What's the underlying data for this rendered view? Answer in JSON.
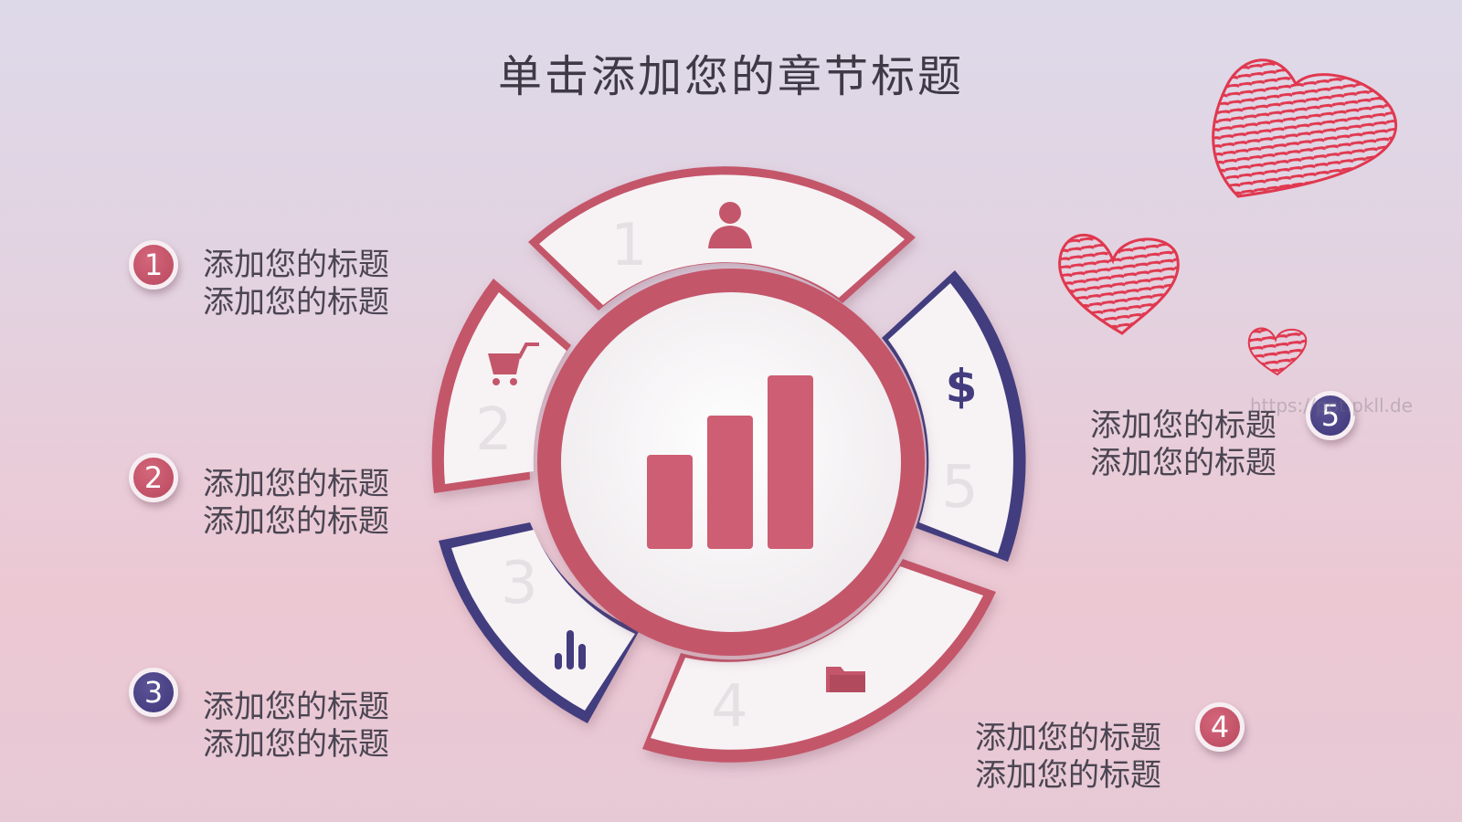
{
  "title": "单击添加您的章节标题",
  "items": [
    {
      "number": "1",
      "line1": "添加您的标题",
      "line2": "添加您的标题"
    },
    {
      "number": "2",
      "line1": "添加您的标题",
      "line2": "添加您的标题"
    },
    {
      "number": "3",
      "line1": "添加您的标题",
      "line2": "添加您的标题"
    },
    {
      "number": "4",
      "line1": "添加您的标题",
      "line2": "添加您的标题"
    },
    {
      "number": "5",
      "line1": "添加您的标题",
      "line2": "添加您的标题"
    }
  ],
  "segments": [
    {
      "icon": "person-icon",
      "faint_number": "1"
    },
    {
      "icon": "dollar-icon",
      "faint_number": "5",
      "symbol": "$"
    },
    {
      "icon": "folder-icon",
      "faint_number": "4"
    },
    {
      "icon": "bar-chart-icon",
      "faint_number": "3"
    },
    {
      "icon": "shopping-cart-icon",
      "faint_number": "2"
    }
  ],
  "center_icon": "bar-chart-icon",
  "watermark": "https://ppt.pkll.de",
  "colors": {
    "red": "#c4566b",
    "navy": "#433c7e",
    "segment_fill": "#f7f3f5",
    "heart": "#e0384f"
  }
}
